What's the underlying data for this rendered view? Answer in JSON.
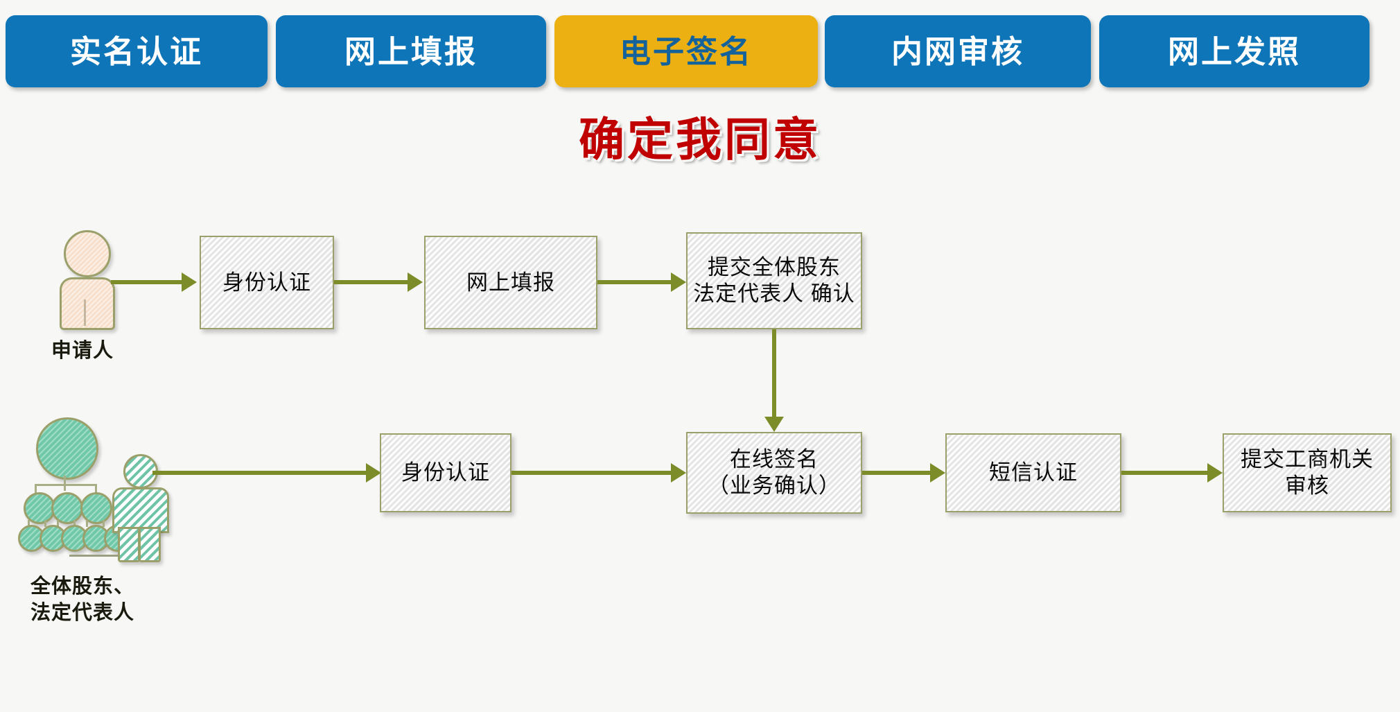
{
  "tabs": [
    {
      "label": "实名认证",
      "state": "inactive",
      "color": "#0E76B8"
    },
    {
      "label": "网上填报",
      "state": "inactive",
      "color": "#0E76B8"
    },
    {
      "label": "电子签名",
      "state": "active",
      "color": "#EDB012"
    },
    {
      "label": "内网审核",
      "state": "inactive",
      "color": "#0E76B8"
    },
    {
      "label": "网上发照",
      "state": "inactive",
      "color": "#0E76B8"
    }
  ],
  "title": "确定我同意",
  "colors": {
    "tab_blue": "#0E76B8",
    "tab_gold": "#EDB012",
    "title_red": "#C00000",
    "arrow_olive": "#7B8C28",
    "box_border": "#9BA06A",
    "box_fill": "#EFEFEF",
    "actor_peach": "#F7DFCC",
    "actor_green": "#6FC9A8",
    "canvas": "#F7F7F5"
  },
  "rows": [
    {
      "actor": {
        "name": "申请人",
        "icon": "person-icon"
      },
      "steps": [
        {
          "label": "身份认证"
        },
        {
          "label": "网上填报"
        },
        {
          "label": "提交全体股东\n法定代表人 确认"
        }
      ]
    },
    {
      "actor": {
        "name": "全体股东、\n法定代表人",
        "icon": "org-chart-icon"
      },
      "steps": [
        {
          "label": "身份认证"
        },
        {
          "label": "在线签名\n（业务确认）"
        },
        {
          "label": "短信认证"
        },
        {
          "label": "提交工商机关\n审核"
        }
      ]
    }
  ],
  "connector": {
    "from": "提交全体股东 法定代表人 确认",
    "to": "在线签名（业务确认）",
    "direction": "down"
  }
}
